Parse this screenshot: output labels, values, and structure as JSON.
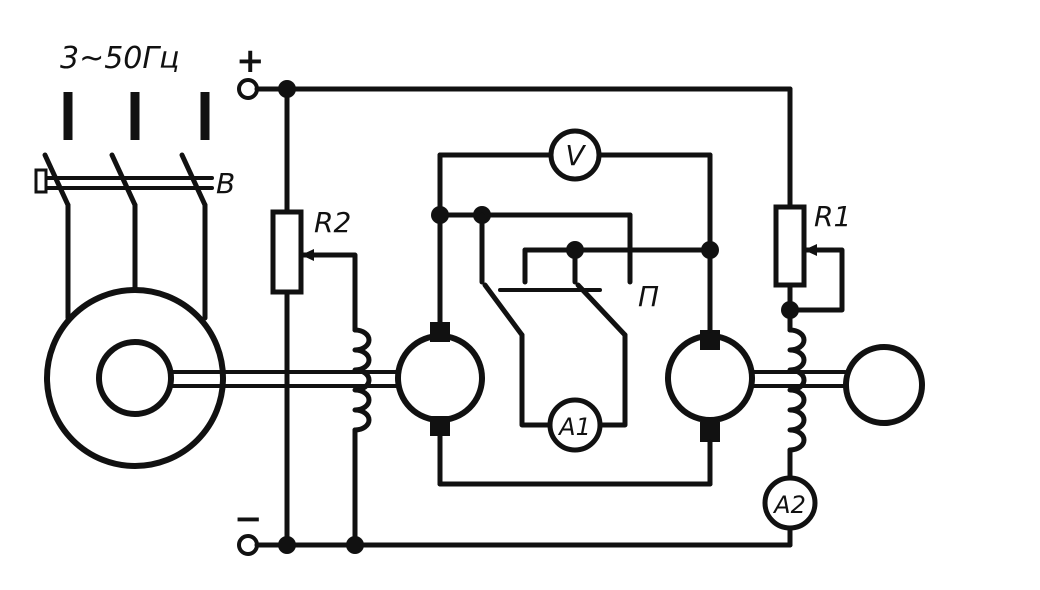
{
  "labels": {
    "supply": "3~50Гц",
    "switch": "В",
    "r2": "R2",
    "r1": "R1",
    "voltmeter": "V",
    "ammeter1": "A1",
    "ammeter2": "A2",
    "changeover": "П",
    "plus": "+",
    "minus": "−"
  }
}
